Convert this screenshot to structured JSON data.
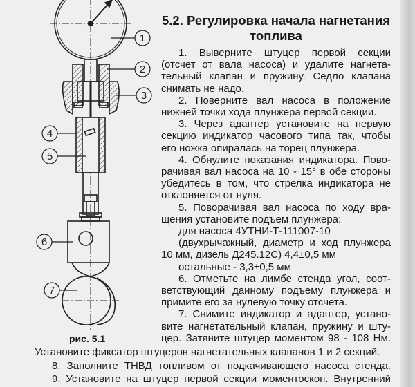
{
  "section_title": [
    "5.2. Регулировка начала нагнетания",
    "топлива"
  ],
  "figure": {
    "caption": "рис. 5.1",
    "callouts": [
      "1",
      "2",
      "3",
      "4",
      "5",
      "6",
      "7"
    ]
  },
  "column_lines": [
    {
      "t": "1. Выверните штуцер первой секции",
      "i": 1
    },
    {
      "t": "(отсчет от вала насоса) и удалите нагнета-",
      "i": 0
    },
    {
      "t": "тельный клапан и пружину. Седло клапана",
      "i": 0
    },
    {
      "t": "снимать не надо.",
      "i": 0,
      "last": 1
    },
    {
      "t": "2. Поверните вал насоса в положение",
      "i": 1
    },
    {
      "t": "нижней точки хода плунжера первой секции.",
      "i": 0,
      "last": 1
    },
    {
      "t": "3. Через адаптер установите на первую",
      "i": 1
    },
    {
      "t": "секцию индикатор часового типа так, чтобы",
      "i": 0
    },
    {
      "t": "его ножка опиралась на торец плунжера.",
      "i": 0,
      "last": 1
    },
    {
      "t": "4. Обнулите показания индикатора. Пово-",
      "i": 1
    },
    {
      "t": "рачивая вал насоса на 10 - 15° в обе стороны",
      "i": 0
    },
    {
      "t": "убедитесь в том, что стрелка индикатора не",
      "i": 0
    },
    {
      "t": "отклоняется от нуля.",
      "i": 0,
      "last": 1
    },
    {
      "t": "5. Поворачивая вал насоса по ходу вра-",
      "i": 1
    },
    {
      "t": "щения установите подъем плунжера:",
      "i": 0,
      "last": 1
    },
    {
      "t": "для насоса 4УТНИ-Т-111007-10",
      "i": 1,
      "last": 1
    },
    {
      "t": "(двухрычажный, диаметр и ход плунжера",
      "i": 1
    },
    {
      "t": "10 мм, дизель Д245.12С) 4,4±0,5 мм",
      "i": 0,
      "last": 1
    },
    {
      "t": "остальные - 3,3±0,5 мм",
      "i": 1,
      "last": 1
    },
    {
      "t": "6. Отметьте на лимбе стенда угол, соот-",
      "i": 1
    },
    {
      "t": "ветствующий данному подъему плунжера и",
      "i": 0
    },
    {
      "t": "примите его за нулевую  точку отсчета.",
      "i": 0,
      "last": 1
    },
    {
      "t": "7. Снимите индикатор и адаптер, устано-",
      "i": 1
    },
    {
      "t": "вите нагнетательный клапан, пружину и шту-",
      "i": 0
    },
    {
      "t": "цер. Затяните штуцер моментом 98 - 108 Нм.",
      "i": 0
    }
  ],
  "full_lines": [
    {
      "t": "Установите фиксатор штуцеров нагнетательных клапанов 1 и 2 секций.",
      "i": 0,
      "last": 1
    },
    {
      "t": "8. Заполните ТНВД топливом от подкачивающего насоса стенда.",
      "i": 1
    },
    {
      "t": "9. Установите на штуцер первой секции моментоскоп. Внутренний",
      "i": 1
    }
  ]
}
